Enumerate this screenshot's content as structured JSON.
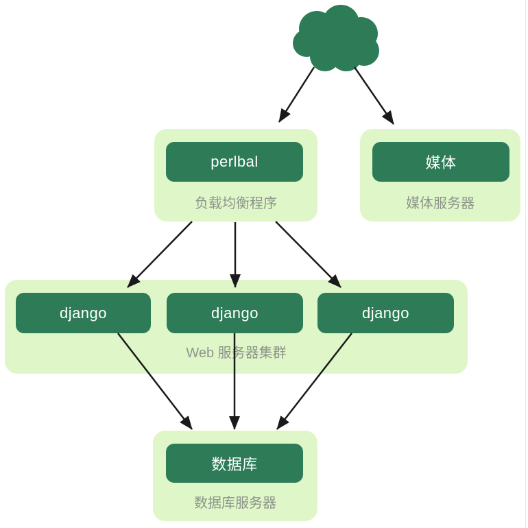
{
  "diagram": {
    "load_balancer": {
      "label": "perlbal",
      "caption": "负载均衡程序"
    },
    "media_server": {
      "label": "媒体",
      "caption": "媒体服务器"
    },
    "web_cluster": {
      "caption": "Web 服务器集群",
      "servers": [
        {
          "label": "django"
        },
        {
          "label": "django"
        },
        {
          "label": "django"
        }
      ]
    },
    "database_server": {
      "label": "数据库",
      "caption": "数据库服务器"
    },
    "icons": {
      "cloud_icon": "cloud"
    },
    "colors": {
      "node_fill": "#2d7c57",
      "group_fill": "#dff7c8",
      "node_text": "#ffffff",
      "caption_text": "#8d948b",
      "arrow": "#1a1a1a"
    }
  }
}
